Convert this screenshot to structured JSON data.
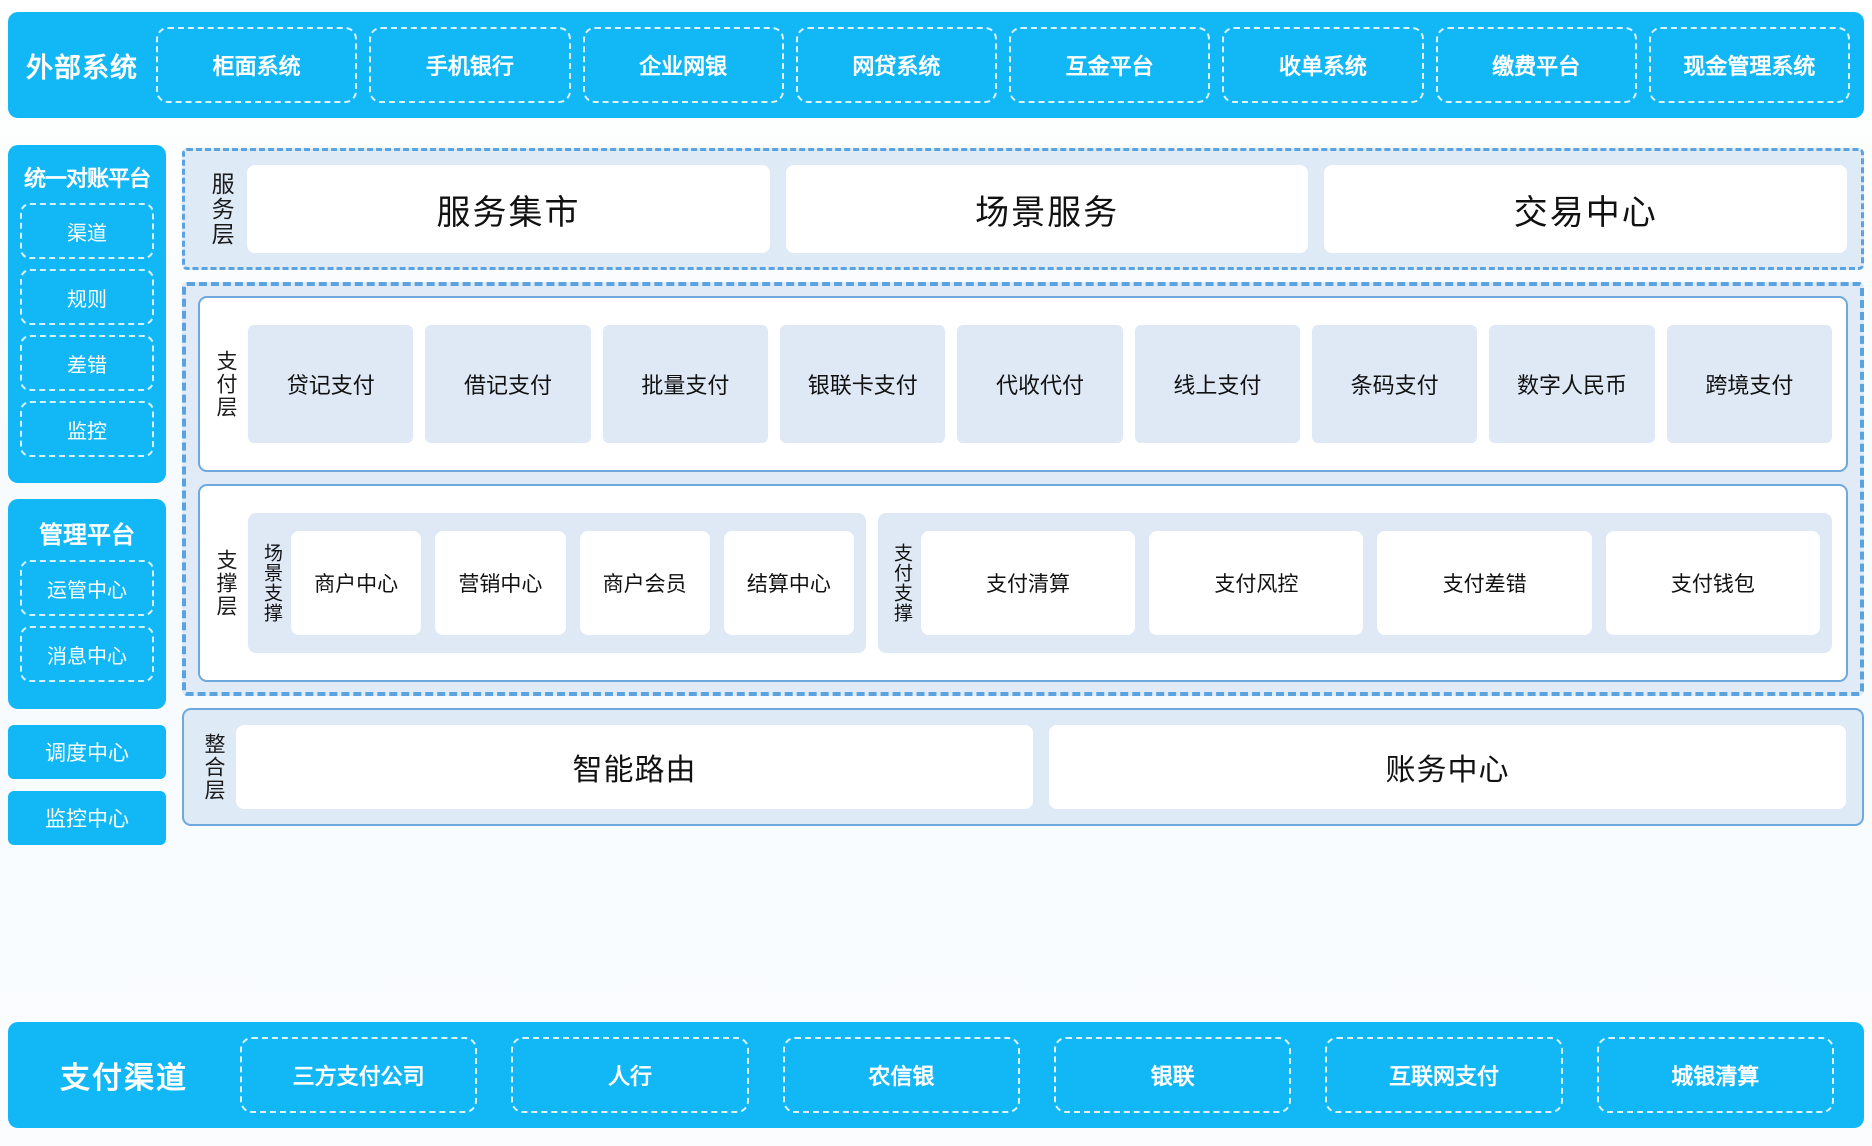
{
  "top_bar": {
    "title": "外部系统",
    "items": [
      "柜面系统",
      "手机银行",
      "企业网银",
      "网贷系统",
      "互金平台",
      "收单系统",
      "缴费平台",
      "现金管理系统"
    ]
  },
  "sidebar": {
    "panels": [
      {
        "title": "统一对账平台",
        "items": [
          "渠道",
          "规则",
          "差错",
          "监控"
        ]
      },
      {
        "title": "管理平台",
        "items": [
          "运管中心",
          "消息中心"
        ]
      }
    ],
    "standalone": [
      "调度中心",
      "监控中心"
    ]
  },
  "service_layer": {
    "label": "服务层",
    "cards": [
      "服务集市",
      "场景服务",
      "交易中心"
    ]
  },
  "payment_layer": {
    "label": "支付层",
    "cards": [
      "贷记支付",
      "借记支付",
      "批量支付",
      "银联卡支付",
      "代收代付",
      "线上支付",
      "条码支付",
      "数字人民币",
      "跨境支付"
    ]
  },
  "support_layer": {
    "label": "支撑层",
    "groups": [
      {
        "label": "场景支撑",
        "cards": [
          "商户中心",
          "营销中心",
          "商户会员",
          "结算中心"
        ]
      },
      {
        "label": "支付支撑",
        "cards": [
          "支付清算",
          "支付风控",
          "支付差错",
          "支付钱包"
        ]
      }
    ]
  },
  "integration_layer": {
    "label": "整合层",
    "cards": [
      "智能路由",
      "账务中心"
    ]
  },
  "bottom_bar": {
    "title": "支付渠道",
    "items": [
      "三方支付公司",
      "人行",
      "农信银",
      "银联",
      "互联网支付",
      "城银清算"
    ]
  },
  "colors": {
    "brand_blue": "#12b7f5",
    "dashed_border": "#5ba3e0",
    "panel_fill": "#dfeaf7",
    "card_fill": "#dfe9f6",
    "solid_border": "#6ea8dd"
  }
}
